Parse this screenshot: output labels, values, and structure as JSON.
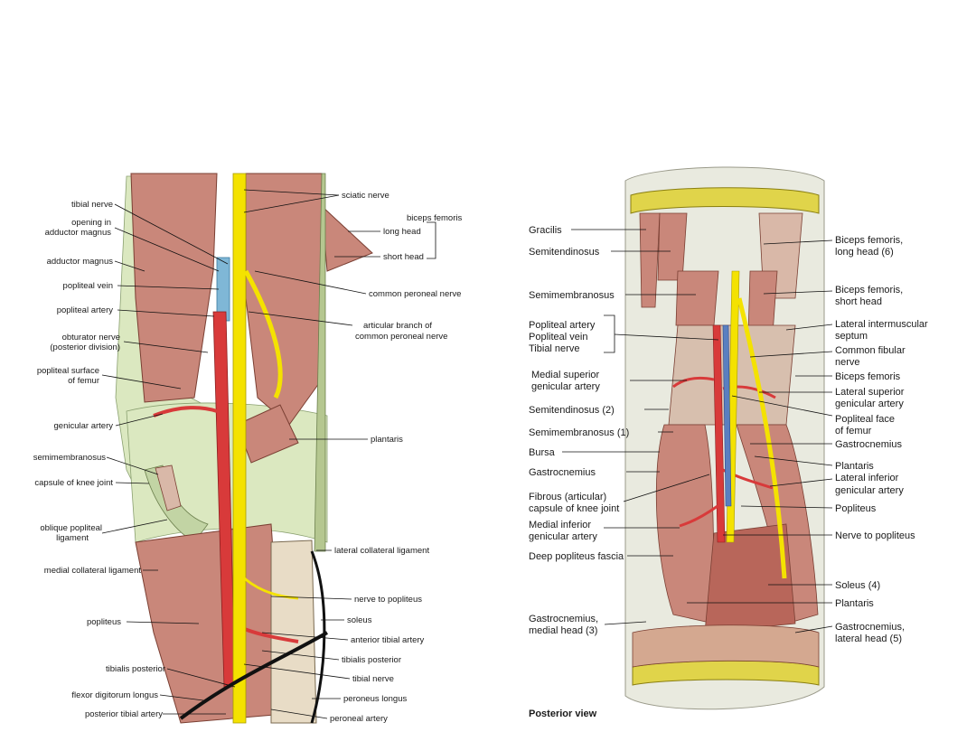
{
  "left_figure": {
    "labels": {
      "tibial_nerve": "tibial nerve",
      "opening_1": "opening in",
      "opening_2": "adductor magnus",
      "adductor_magnus": "adductor magnus",
      "popliteal_vein": "popliteal vein",
      "popliteal_artery": "popliteal artery",
      "obturator_1": "obturator nerve",
      "obturator_2": "(posterior division)",
      "popsurf_1": "popliteal surface",
      "popsurf_2": "of femur",
      "genicular_artery": "genicular artery",
      "semimembranosus": "semimembranosus",
      "capsule": "capsule of knee joint",
      "oblique_1": "oblique popliteal",
      "oblique_2": "ligament",
      "medial_collateral": "medial collateral ligament",
      "popliteus": "popliteus",
      "tibialis_posterior_l": "tibialis posterior",
      "fdl": "flexor digitorum longus",
      "posterior_tibial_artery": "posterior tibial artery",
      "sciatic_nerve": "sciatic nerve",
      "biceps_femoris": "biceps femoris",
      "long_head": "long head",
      "short_head": "short head",
      "common_peroneal_nerve": "common peroneal nerve",
      "artbranch_1": "articular branch of",
      "artbranch_2": "common peroneal nerve",
      "plantaris": "plantaris",
      "lateral_collateral": "lateral collateral ligament",
      "nerve_to_popliteus": "nerve to popliteus",
      "soleus": "soleus",
      "anterior_tibial_artery": "anterior tibial artery",
      "tibialis_posterior_r": "tibialis posterior",
      "tibial_nerve_r": "tibial nerve",
      "peroneus_longus": "peroneus longus",
      "peroneal_artery": "peroneal artery"
    }
  },
  "right_figure": {
    "caption": "Posterior view",
    "labels": {
      "gracilis": "Gracilis",
      "semitendinosus": "Semitendinosus",
      "semimembranosus": "Semimembranosus",
      "popliteal_artery": "Popliteal artery",
      "popliteal_vein": "Popliteal vein",
      "tibial_nerve": "Tibial nerve",
      "msga_1": "Medial superior",
      "msga_2": "genicular artery",
      "semitendinosus_2": "Semitendinosus (2)",
      "semimembranosus_1": "Semimembranosus (1)",
      "bursa": "Bursa",
      "gastrocnemius_l": "Gastrocnemius",
      "fibrous_1": "Fibrous (articular)",
      "fibrous_2": "capsule of knee joint",
      "miga_1": "Medial inferior",
      "miga_2": "genicular artery",
      "deep_popliteus_fascia": "Deep popliteus fascia",
      "gmh_1": "Gastrocnemius,",
      "gmh_2": "medial head (3)",
      "bfl_1": "Biceps femoris,",
      "bfl_2": "long head (6)",
      "bfs_1": "Biceps femoris,",
      "bfs_2": "short head",
      "lis_1": "Lateral intermuscular",
      "lis_2": "septum",
      "cfn_1": "Common fibular",
      "cfn_2": "nerve",
      "biceps_femoris": "Biceps femoris",
      "lsga_1": "Lateral superior",
      "lsga_2": "genicular artery",
      "pf_1": "Popliteal face",
      "pf_2": "of femur",
      "gastrocnemius_r": "Gastrocnemius",
      "plantaris": "Plantaris",
      "liga_1": "Lateral inferior",
      "liga_2": "genicular artery",
      "popliteus": "Popliteus",
      "nerve_to_popliteus": "Nerve to popliteus",
      "soleus_4": "Soleus (4)",
      "plantaris_2": "Plantaris",
      "glh_1": "Gastrocnemius,",
      "glh_2": "lateral head (5)"
    }
  },
  "colors": {
    "nerve": "#f4e200",
    "artery": "#d83a3a",
    "vein": "#7fb7d6",
    "muscle": "#c9877a",
    "muscle_dark": "#a85e50",
    "tendon": "#e8dcc6",
    "fascia": "#dbe8c0",
    "background": "#ffffff"
  }
}
